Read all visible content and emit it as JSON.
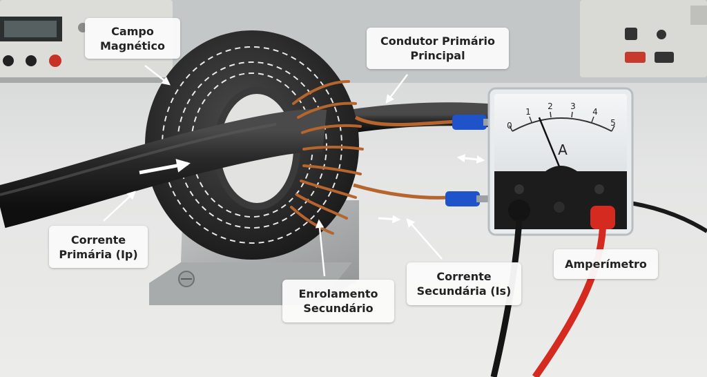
{
  "labels": {
    "campo_magnetico": [
      "Campo",
      "Magnético"
    ],
    "condutor_primario": [
      "Condutor Primário",
      "Principal"
    ],
    "corrente_primaria": [
      "Corrente",
      "Primária (Ip)"
    ],
    "enrolamento_secundario": [
      "Enrolamento",
      "Secundário"
    ],
    "corrente_secundaria": [
      "Corrente",
      "Secundária (Is)"
    ],
    "amperimetro": [
      "Amperímetro"
    ]
  },
  "meter": {
    "unit": "A",
    "scale": [
      "0",
      "1",
      "2",
      "3",
      "4",
      "5"
    ],
    "needle_reading": 1.6
  },
  "colors": {
    "cable": "#1e1e1e",
    "core": "#2b2b2b",
    "copper": "#b5652d",
    "connector": "#1f53c9",
    "probe_red": "#d42a20",
    "arrow": "#ffffff"
  }
}
